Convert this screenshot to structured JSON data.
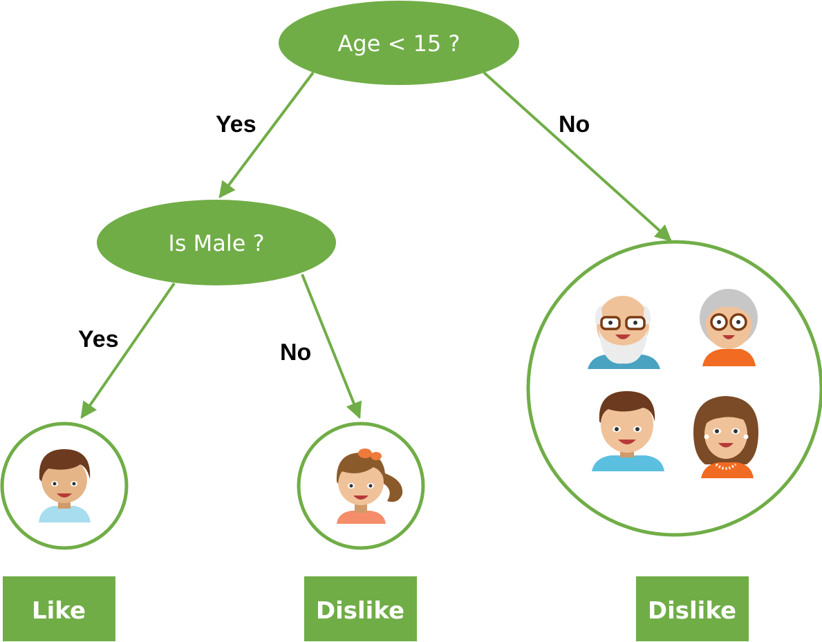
{
  "colors": {
    "green": "#70ad47",
    "text_on_green": "#ffffff",
    "edge_label": "#000000"
  },
  "nodes": {
    "root": {
      "label": "Age < 15 ?"
    },
    "gender": {
      "label": "Is Male ?"
    }
  },
  "edges": {
    "root_yes": "Yes",
    "root_no": "No",
    "gender_yes": "Yes",
    "gender_no": "No"
  },
  "leaves": {
    "boy": {
      "label": "Like",
      "icon": "boy-avatar-icon"
    },
    "girl": {
      "label": "Dislike",
      "icon": "girl-avatar-icon"
    },
    "adults": {
      "label": "Dislike",
      "icons": [
        "grandfather-avatar-icon",
        "grandmother-avatar-icon",
        "man-avatar-icon",
        "woman-avatar-icon"
      ]
    }
  }
}
